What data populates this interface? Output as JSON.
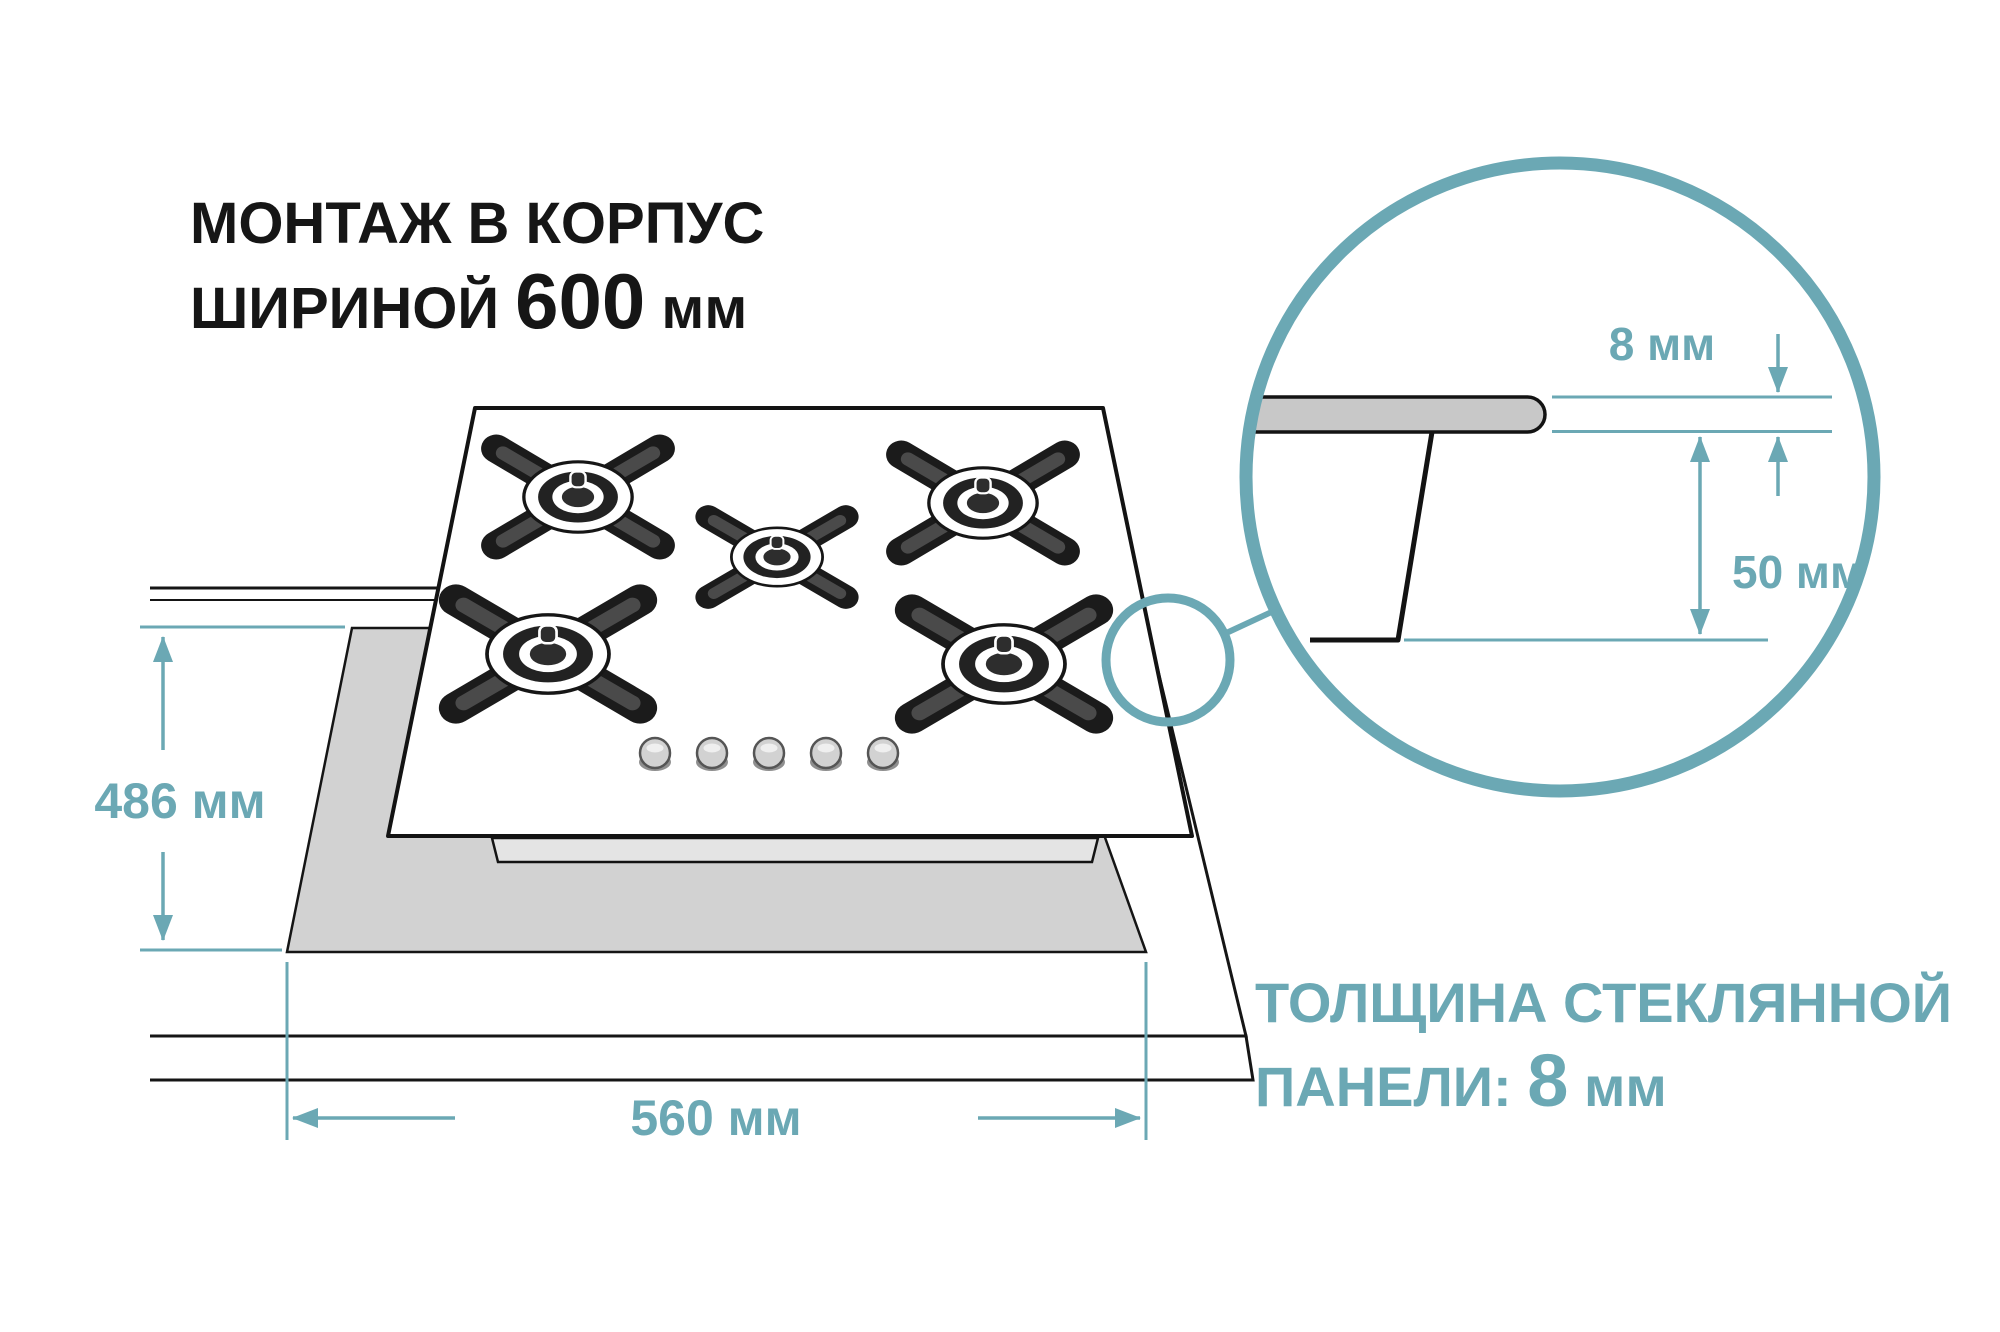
{
  "colors": {
    "accent_teal": "#6BA8B4",
    "line_black": "#151515",
    "cutout_gray": "#d2d2d2",
    "glass_gray": "#c8c8c8"
  },
  "title": {
    "line1": "МОНТАЖ В КОРПУС",
    "line2_prefix": "ШИРИНОЙ ",
    "line2_value": "600",
    "line2_suffix": " мм"
  },
  "dimensions": {
    "cutout_depth": "486 мм",
    "cutout_width": "560 мм",
    "glass_thickness": "8 мм",
    "body_depth": "50 мм"
  },
  "caption": {
    "line1": "ТОЛЩИНА СТЕКЛЯННОЙ",
    "line2_prefix": "ПАНЕЛИ: ",
    "line2_value": "8",
    "line2_suffix": " мм"
  }
}
